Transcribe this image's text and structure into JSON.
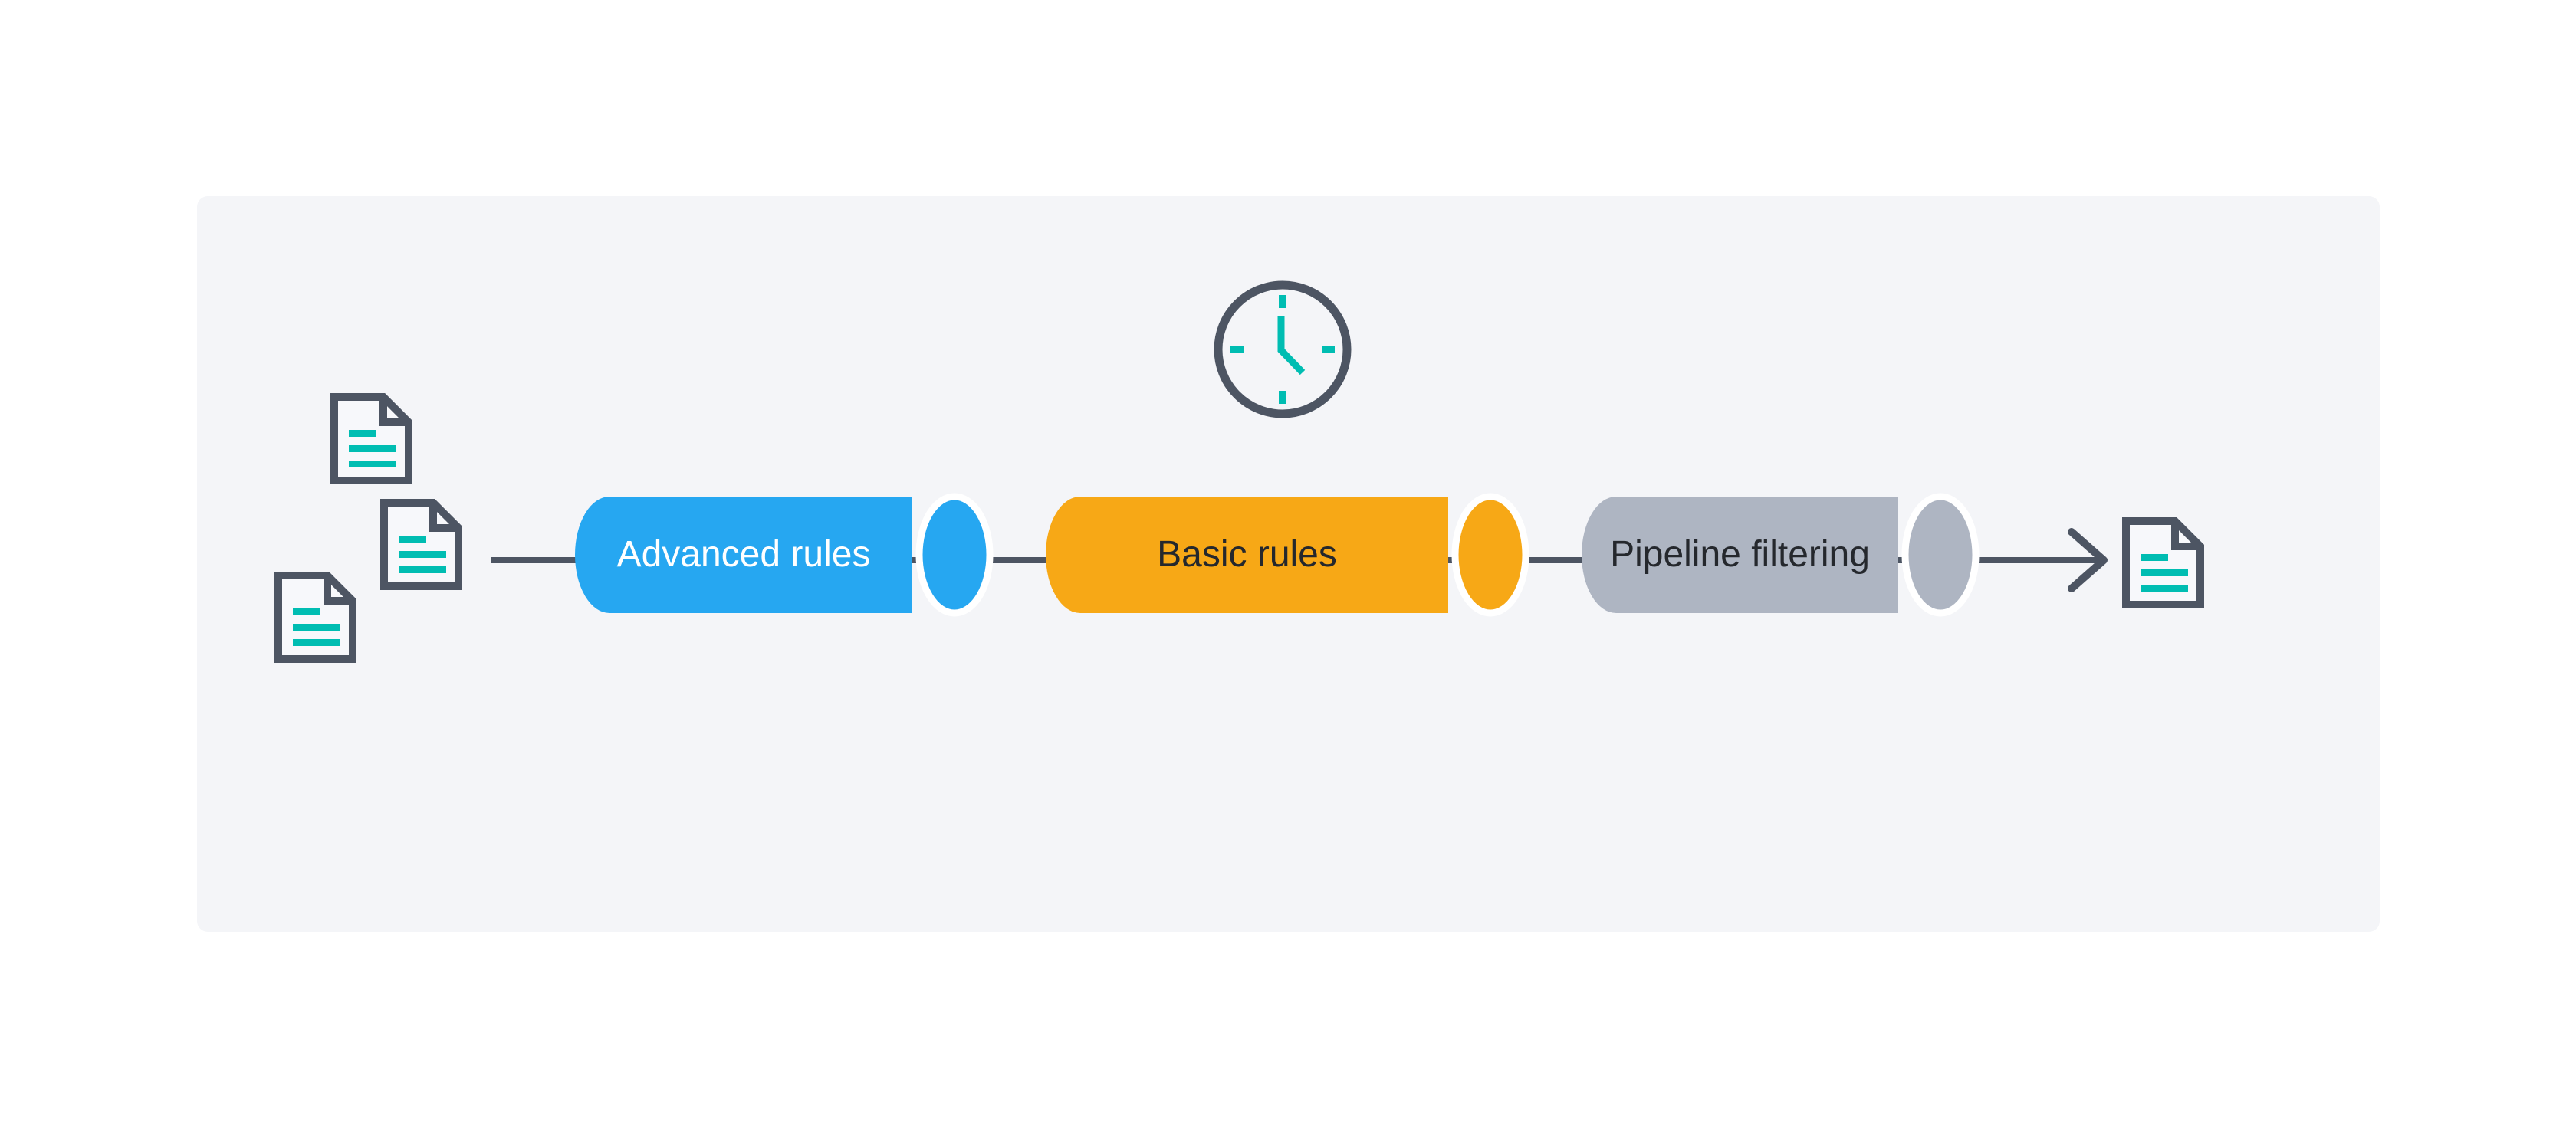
{
  "diagram": {
    "description": "Left-to-right pipeline flow diagram on a light panel",
    "flow_direction": "left-to-right",
    "stages": [
      {
        "id": "advanced-rules",
        "label": "Advanced rules",
        "color": "#26a7f1",
        "text_color": "#ffffff"
      },
      {
        "id": "basic-rules",
        "label": "Basic rules",
        "color": "#f7a816",
        "text_color": "#25282d"
      },
      {
        "id": "pipeline-filtering",
        "label": "Pipeline filtering",
        "color": "#aeb5c2",
        "text_color": "#25282d"
      }
    ],
    "icons": {
      "input_documents": {
        "name": "document-icon",
        "count": 3
      },
      "clock": {
        "name": "clock-icon",
        "position": "above Basic rules stage"
      },
      "output_document": {
        "name": "document-icon",
        "count": 1
      }
    },
    "colors": {
      "page_background": "#ffffff",
      "panel_background": "#f4f5f8",
      "outline_dark": "#4d5563",
      "accent_teal": "#00bdb2",
      "cap_stroke": "#ffffff"
    }
  }
}
